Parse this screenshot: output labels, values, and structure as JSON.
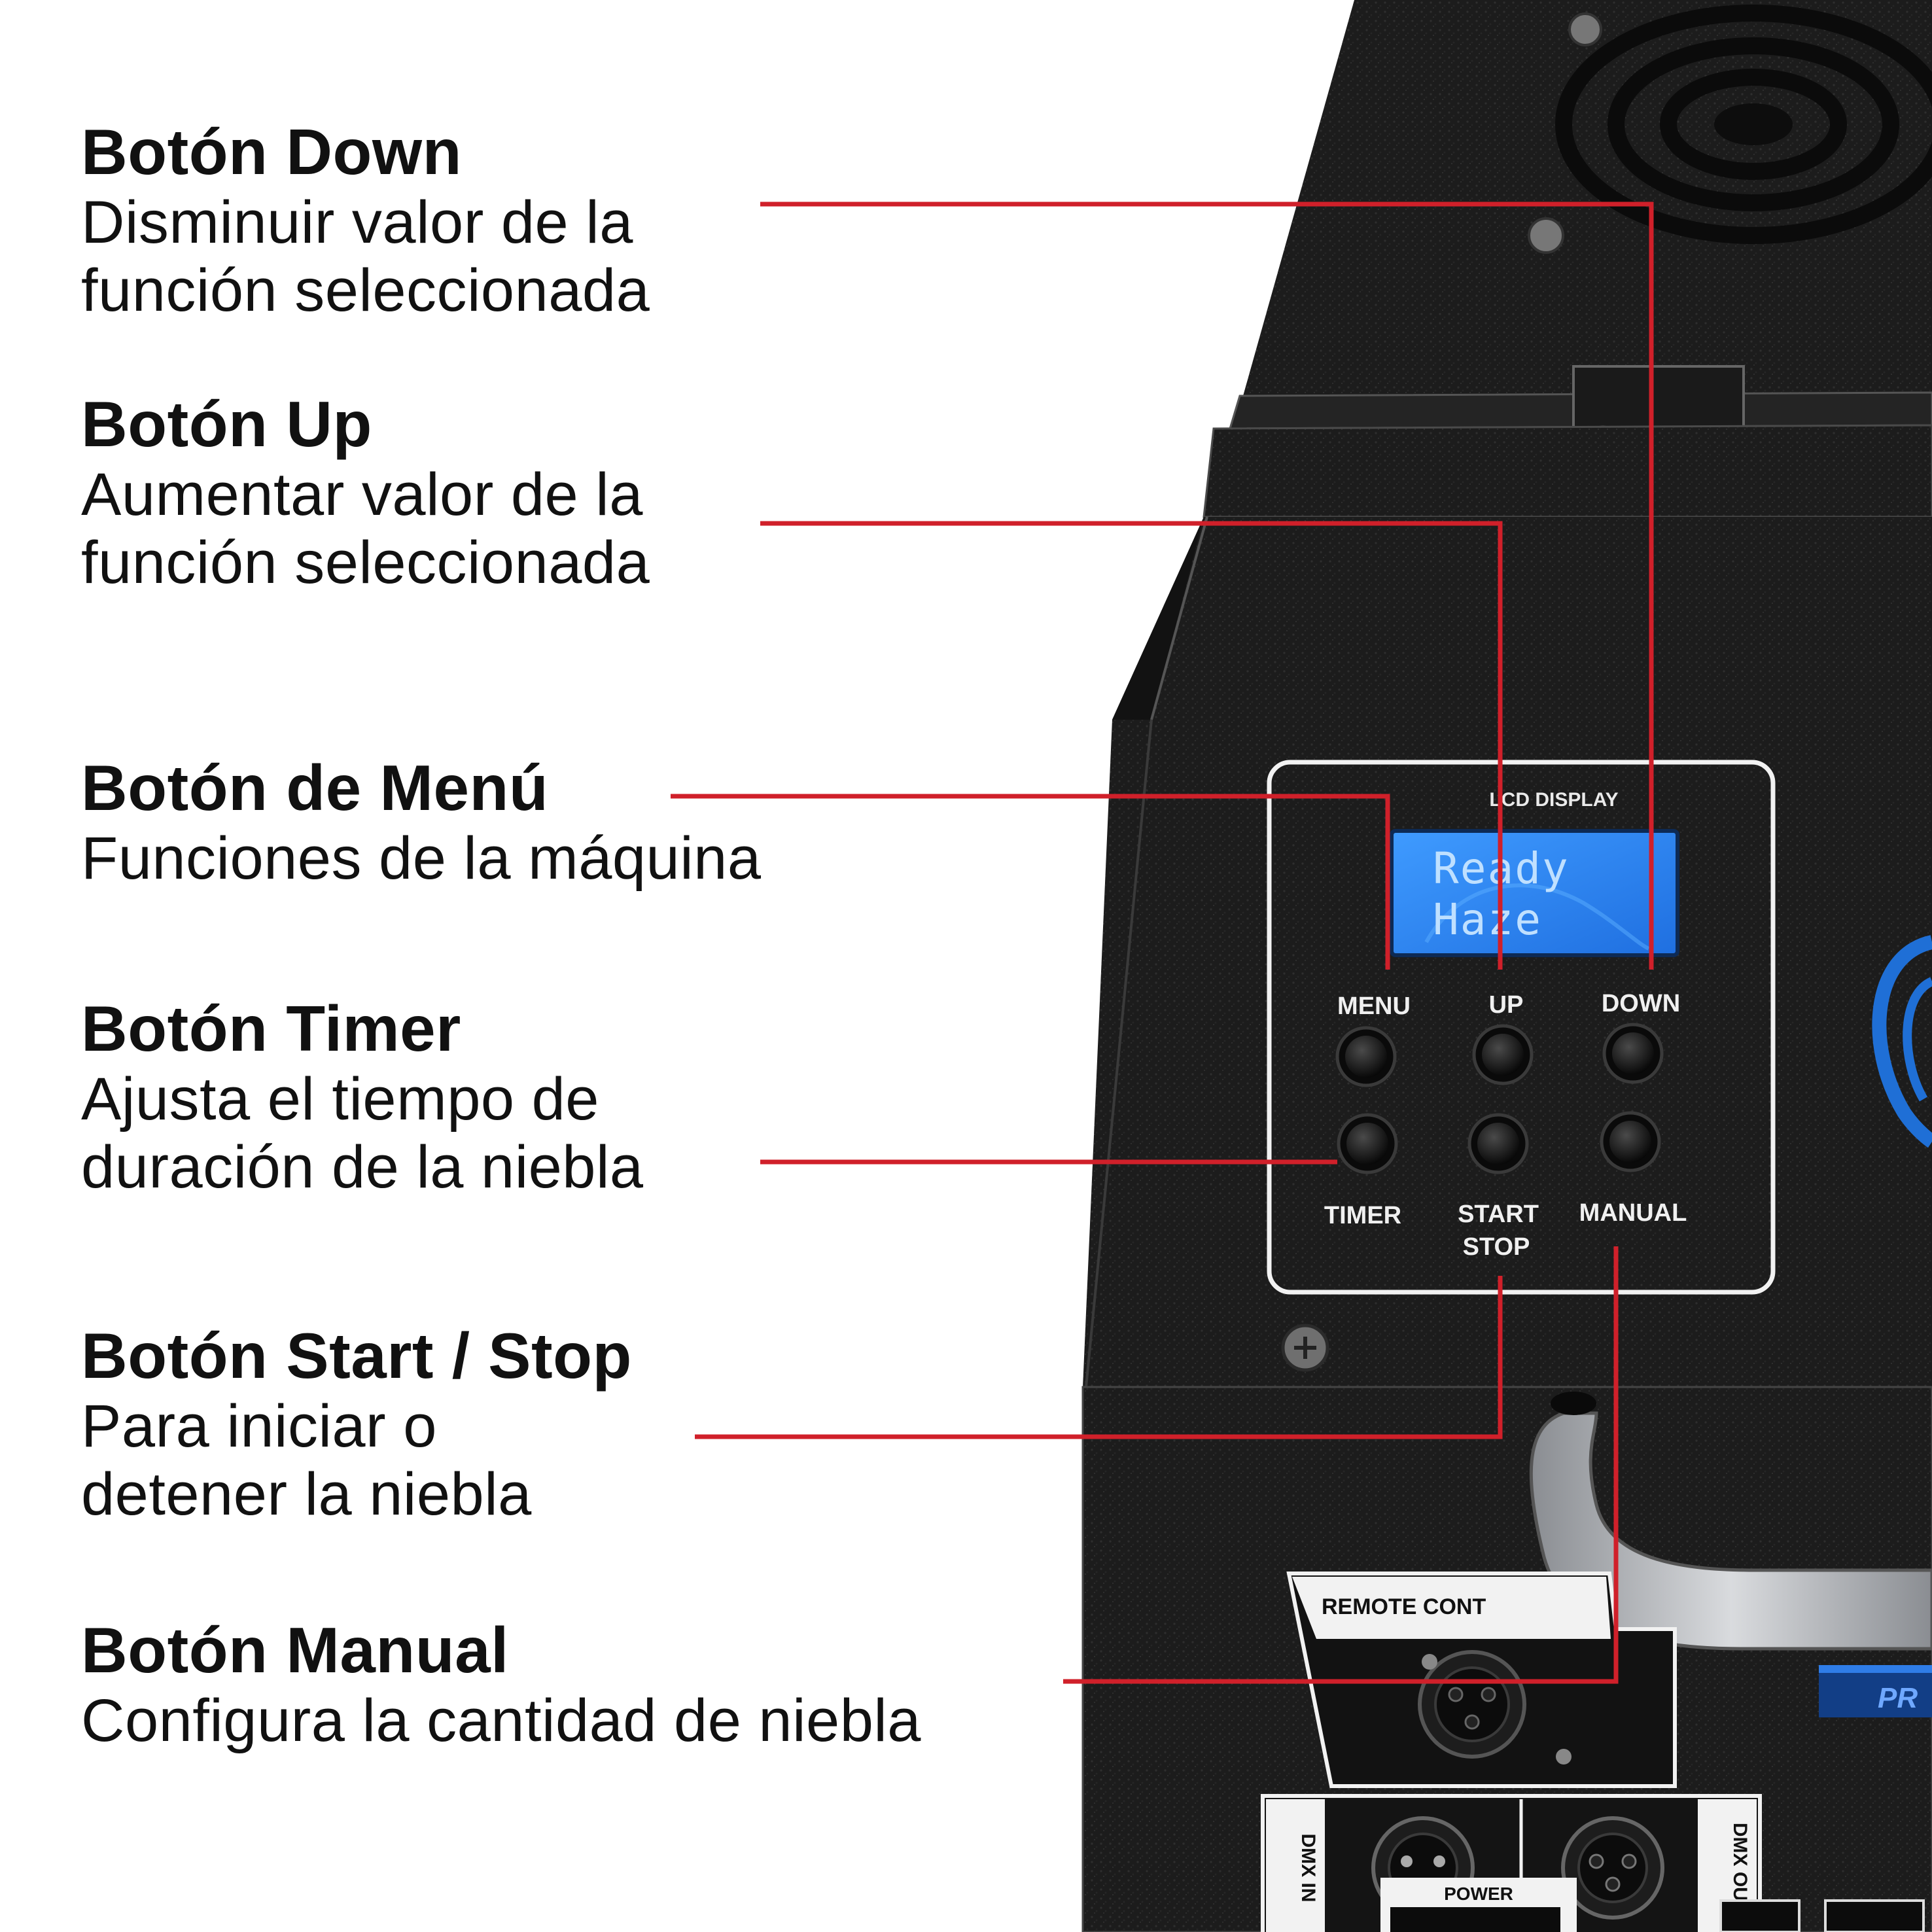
{
  "annotations": [
    {
      "title": "Botón Down",
      "desc": [
        "Disminuir valor de la",
        "función seleccionada"
      ]
    },
    {
      "title": "Botón Up",
      "desc": [
        "Aumentar valor de la",
        "función seleccionada"
      ]
    },
    {
      "title": "Botón de Menú",
      "desc": [
        "Funciones de la máquina"
      ]
    },
    {
      "title": "Botón Timer",
      "desc": [
        "Ajusta el tiempo de",
        "duración de la niebla"
      ]
    },
    {
      "title": "Botón Start / Stop",
      "desc": [
        "Para iniciar o",
        "detener la niebla"
      ]
    },
    {
      "title": "Botón Manual",
      "desc": [
        "Configura la cantidad de niebla"
      ]
    }
  ],
  "panel": {
    "lcd_label": "LCD DISPLAY",
    "lcd_lines": [
      "Ready",
      "Haze"
    ],
    "buttons_top": [
      "MENU",
      "UP",
      "DOWN"
    ],
    "buttons_bottom": [
      "TIMER",
      "START",
      "STOP",
      "MANUAL"
    ]
  },
  "rear": {
    "remote_label": "REMOTE CONT",
    "dmx_in": "DMX IN",
    "dmx_out": "DMX OUT",
    "power": "POWER",
    "brand_fragment": "PR"
  },
  "colors": {
    "leader_line": "#d0202a",
    "housing": "#1b1b1b",
    "lcd_blue": "#2f86f0",
    "accent_blue": "#1f6fd6"
  }
}
